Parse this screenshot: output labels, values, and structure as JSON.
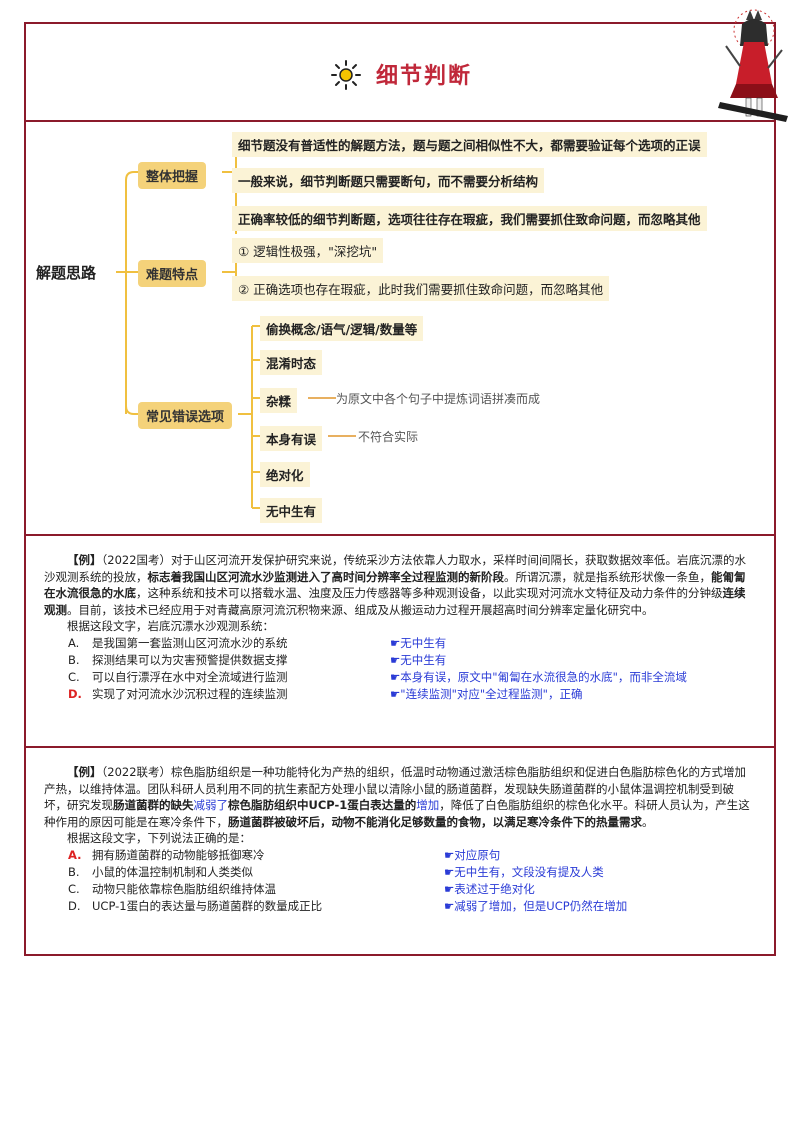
{
  "title": "细节判断",
  "root": "解题思路",
  "branches": [
    {
      "label": "整体把握",
      "items": [
        "细节题没有普适性的解题方法，题与题之间相似性不大，都需要验证每个选项的正误",
        "一般来说，细节判断题只需要断句，而不需要分析结构",
        "正确率较低的细节判断题，选项往往存在瑕疵，我们需要抓住致命问题，而忽略其他"
      ]
    },
    {
      "label": "难题特点",
      "items": [
        "① 逻辑性极强，\"深挖坑\"",
        "② 正确选项也存在瑕疵，此时我们需要抓住致命问题，而忽略其他"
      ]
    },
    {
      "label": "常见错误选项",
      "items": [
        "偷换概念/语气/逻辑/数量等",
        "混淆时态",
        "杂糅",
        "本身有误",
        "绝对化",
        "无中生有"
      ],
      "notes": {
        "zarou": "为原文中各个句子中提炼词语拼凑而成",
        "benshen": "不符合实际"
      }
    }
  ],
  "example1": {
    "tag": "【例】",
    "p1": "（2022国考）对于山区河流开发保护研究来说，传统采沙方法依靠人力取水，采样时间间隔长，获取数据效率低。岩底沉漂的水沙观测系统的投放，",
    "p1_bold": "标志着我国山区河流水沙监测进入了高时间分辨率全过程监测的新阶段",
    "p1b": "。所谓沉漂，就是指系统形状像一条鱼，",
    "p1_bold2": "能匍匐在水流很急的水底",
    "p1c": "，这种系统和技术可以搭载水温、浊度及压力传感器等多种观测设备，以此实现对河流水文特征及动力条件的分钟级",
    "p1_bold3": "连续观测",
    "p1d": "。目前，该技术已经应用于对青藏高原河流沉积物来源、组成及从搬运动力过程开展超高时间分辨率定量化研究中。",
    "question": "根据这段文字，岩底沉漂水沙观测系统：",
    "options": [
      {
        "letter": "A.",
        "text": "是我国第一套监测山区河流水沙的系统",
        "note": "☛无中生有"
      },
      {
        "letter": "B.",
        "text": "探测结果可以为灾害预警提供数据支撑",
        "note": "☛无中生有"
      },
      {
        "letter": "C.",
        "text": "可以自行漂浮在水中对全流域进行监测",
        "note": "☛本身有误，原文中\"匍匐在水流很急的水底\"，而非全流域"
      },
      {
        "letter": "D.",
        "text": "实现了对河流水沙沉积过程的连续监测",
        "note": "☛\"连续监测\"对应\"全过程监测\"，正确"
      }
    ],
    "answer_letter": "D."
  },
  "example2": {
    "tag": "【例】",
    "p1": "（2022联考）棕色脂肪组织是一种功能特化为产热的组织，低温时动物通过激活棕色脂肪组织和促进白色脂肪棕色化的方式增加产热，以维持体温。团队科研人员利用不同的抗生素配方处理小鼠以清除小鼠的肠道菌群，发现缺失肠道菌群的小鼠体温调控机制受到破坏，研究发现",
    "p1_bold": "肠道菌群的缺失",
    "p1_blue": "减弱了",
    "p1_bold2": "棕色脂肪组织中UCP-1蛋白表达量的",
    "p1_blue2": "增加",
    "p1b": "，降低了白色脂肪组织的棕色化水平。科研人员认为，产生这种作用的原因可能是在寒冷条件下，",
    "p1_bold3": "肠道菌群被破坏后，动物不能消化足够数量的食物，以满足寒冷条件下的热量需求",
    "p1c": "。",
    "question": "根据这段文字，下列说法正确的是：",
    "options": [
      {
        "letter": "A.",
        "text": "拥有肠道菌群的动物能够抵御寒冷",
        "note": "☛对应原句"
      },
      {
        "letter": "B.",
        "text": "小鼠的体温控制机制和人类类似",
        "note": "☛无中生有，文段没有提及人类"
      },
      {
        "letter": "C.",
        "text": "动物只能依靠棕色脂肪组织维持体温",
        "note": "☛表述过于绝对化"
      },
      {
        "letter": "D.",
        "text": "UCP-1蛋白的表达量与肠道菌群的数量成正比",
        "note": "☛减弱了增加，但是UCP仍然在增加"
      }
    ],
    "answer_letter": "A."
  },
  "colors": {
    "frame": "#8b1a2b",
    "title": "#c0283a",
    "node": "#f4d27a",
    "leaf": "#fbf3d6",
    "note_blue": "#2a3bd6",
    "answer_red": "#dd2222"
  }
}
